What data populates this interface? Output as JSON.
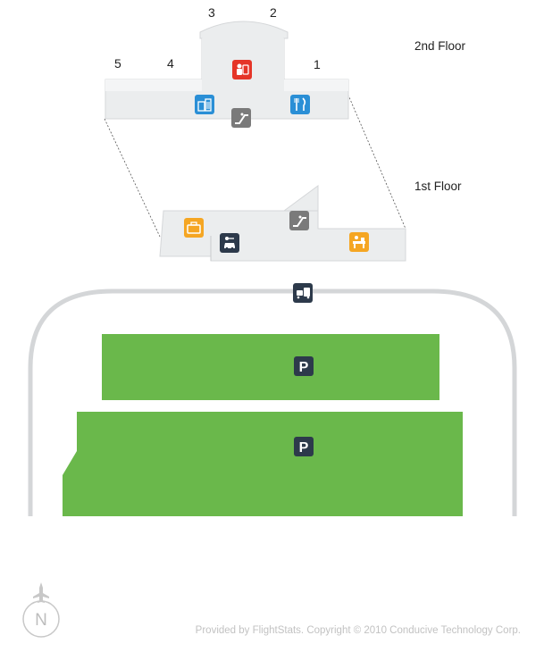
{
  "floors": {
    "second": "2nd Floor",
    "first": "1st Floor"
  },
  "gates": [
    "1",
    "2",
    "3",
    "4",
    "5"
  ],
  "parking_label": "P",
  "compass_label": "N",
  "credit": "Provided by FlightStats. Copyright © 2010 Conducive Technology Corp.",
  "colors": {
    "terminal": "#ebedee",
    "parking": "#6ab84b",
    "road": "#d4d6d8",
    "security": "#e53528",
    "dining": "#2a8fd6",
    "shops": "#2a8fd6",
    "escalator": "#7a7a7a",
    "baggage": "#f5a623",
    "checkin": "#f5a623",
    "car": "#2d3a4b",
    "bus": "#2d3a4b",
    "compass": "#c8c8c8"
  },
  "icons": {
    "security": "security-checkpoint-icon",
    "shops": "shops-icon",
    "dining": "dining-icon",
    "escalator": "escalator-icon",
    "baggage": "baggage-claim-icon",
    "car_rental": "car-rental-icon",
    "checkin": "check-in-icon",
    "ground_transport": "ground-transportation-icon",
    "parking": "parking-icon",
    "airplane": "airplane-icon"
  }
}
